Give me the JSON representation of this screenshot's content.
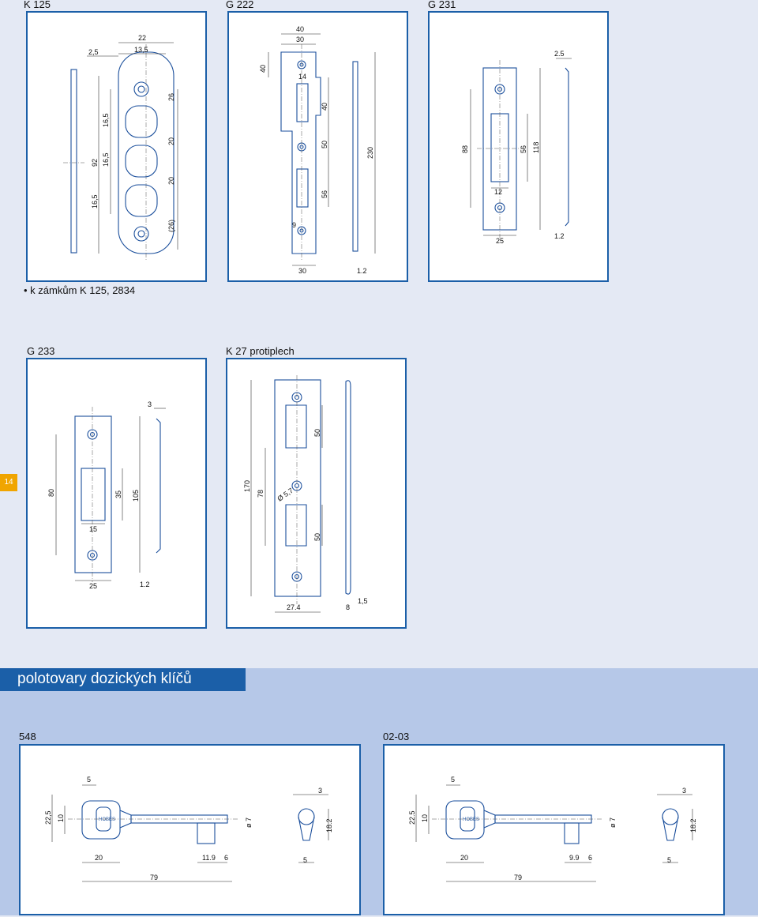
{
  "sections": {
    "k125": "K 125",
    "g222": "G 222",
    "g231": "G 231",
    "g233": "G 233",
    "k27": "K 27 protiplech",
    "k548": "548",
    "k0203": "02-03"
  },
  "note": "• k zámkům K 125, 2834",
  "banner": "polotovary dozických klíčů",
  "page_tab": "14",
  "dims": {
    "k125": {
      "w22": "22",
      "w25": "2,5",
      "w13": "13,5",
      "h92": "92",
      "a165": "16,5",
      "b165": "16,5",
      "c165": "16,5",
      "h26": "26",
      "d20": "20",
      "e20": "20",
      "p26": "(26)"
    },
    "g222": {
      "w40": "40",
      "w30": "30",
      "h40l": "40",
      "w14": "14",
      "h40": "40",
      "h50": "50",
      "h56": "56",
      "h230": "230",
      "w9": "9",
      "b30": "30",
      "t12": "1.2"
    },
    "g231": {
      "t25": "2.5",
      "h88": "88",
      "h56": "56",
      "h118": "118",
      "w12": "12",
      "b25": "25",
      "t12": "1.2"
    },
    "g233": {
      "t3": "3",
      "h80": "80",
      "h35": "35",
      "h105": "105",
      "w15": "15",
      "b25": "25",
      "t12": "1.2"
    },
    "k27": {
      "h170": "170",
      "h78": "78",
      "dia": "Ø 5,7",
      "h50a": "50",
      "h50b": "50",
      "w274": "27.4",
      "w8": "8",
      "t15": "1,5"
    },
    "k548": {
      "w5": "5",
      "w3": "3",
      "h225": "22,5",
      "h10": "10",
      "dia7": "ø 7",
      "h182": "18.2",
      "w20": "20",
      "w119": "11.9",
      "w6": "6",
      "w5b": "5",
      "w79": "79"
    },
    "k0203": {
      "w5": "5",
      "w3": "3",
      "h225": "22.5",
      "h10": "10",
      "dia7": "ø 7",
      "h182": "18.2",
      "w20": "20",
      "w99": "9.9",
      "w6": "6",
      "w5b": "5",
      "w79": "79"
    }
  },
  "logo_text": "HOBES"
}
